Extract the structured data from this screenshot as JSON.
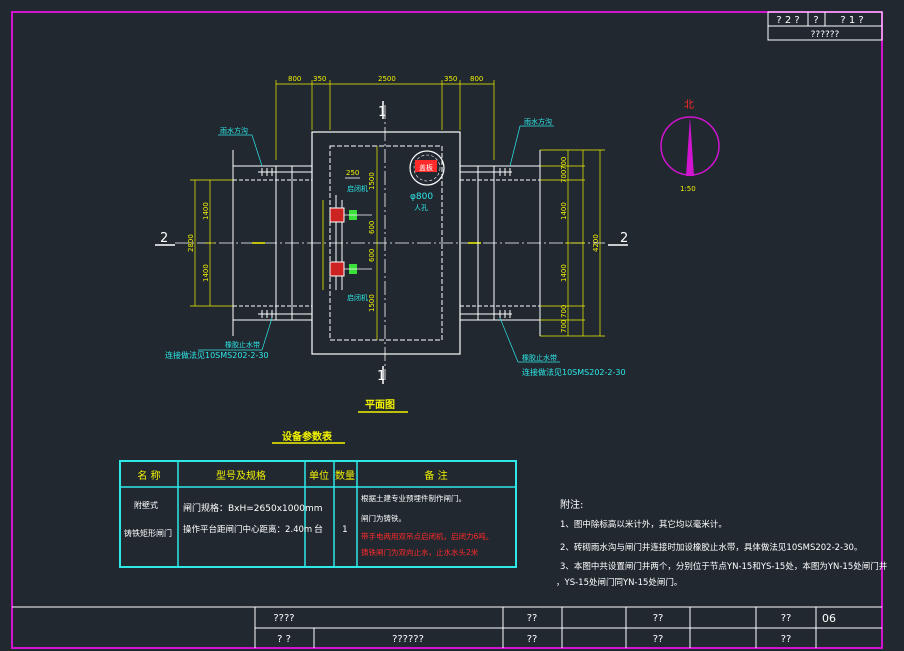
{
  "colors": {
    "background": "#212830",
    "frame": "#d014d0",
    "white": "#ffffff",
    "yellow": "#f2f200",
    "cyan": "#2ee8e8",
    "red": "#ff2a2a",
    "green": "#3ce03c"
  },
  "title_block_top": {
    "cells": [
      "? 2 ?",
      "?",
      "? 1 ?"
    ],
    "subtitle": "??????"
  },
  "plan": {
    "title": "平面图",
    "section_mark_1": "1",
    "section_mark_2": "2",
    "dims_top": [
      "800",
      "350",
      "2500",
      "350",
      "800"
    ],
    "dims_left": [
      "1400",
      "1400",
      "2800"
    ],
    "dims_right": [
      "700",
      "700",
      "1400",
      "1400",
      "700",
      "700",
      "4200"
    ],
    "dims_inner": [
      "1500",
      "600",
      "600",
      "1500"
    ],
    "dim_250": "250",
    "pipe_label_left": "雨水方沟",
    "pipe_label_right": "雨水方沟",
    "manhole_label": "盖板",
    "manhole_dia": "φ800",
    "manhole_label2": "人孔",
    "gate_label_1": "启闭机",
    "gate_label_2": "启闭机",
    "note_bl_1": "橡胶止水带",
    "note_bl_2": "连接做法见10SMS202-2-30",
    "note_br_1": "橡胶止水带",
    "note_br_2": "连接做法见10SMS202-2-30",
    "north_label": "北",
    "north_scale": "1:50"
  },
  "equipment": {
    "title": "设备参数表",
    "headers": [
      "名  称",
      "型号及规格",
      "单位",
      "数量",
      "备  注"
    ],
    "name_line1": "附壁式",
    "name_line2": "铸铁矩形闸门",
    "spec_line1": "闸门规格：BxH=2650x1000mm",
    "spec_line2": "操作平台距闸门中心距离：2.40m",
    "unit": "台",
    "qty": "1",
    "remark_1": "根据土建专业预埋件制作闸门。",
    "remark_2": "闸门为铸铁。",
    "remark_3": "带手电两用双吊点启闭机，启闭力6吨。",
    "remark_4": "铸铁闸门为双向止水，止水水头2米"
  },
  "notes": {
    "heading": "附注:",
    "n1": "1、图中除标高以米计外，其它均以毫米计。",
    "n2": "2、砖砌雨水沟与闸门井连接时加设橡胶止水带，具体做法见10SMS202-2-30。",
    "n3a": "3、本图中共设置闸门井两个，分别位于节点YN-15和YS-15处，本图为YN-15处闸门井",
    "n3b": "，YS-15处闸门同YN-15处闸门。"
  },
  "title_block_bottom": {
    "c1": "????",
    "c2": "?  ?",
    "c3": "??????",
    "c4": "??",
    "c5": "??",
    "c6": "??",
    "c7": "??",
    "c8": "??",
    "c9": "??",
    "sheet_no": "06"
  }
}
